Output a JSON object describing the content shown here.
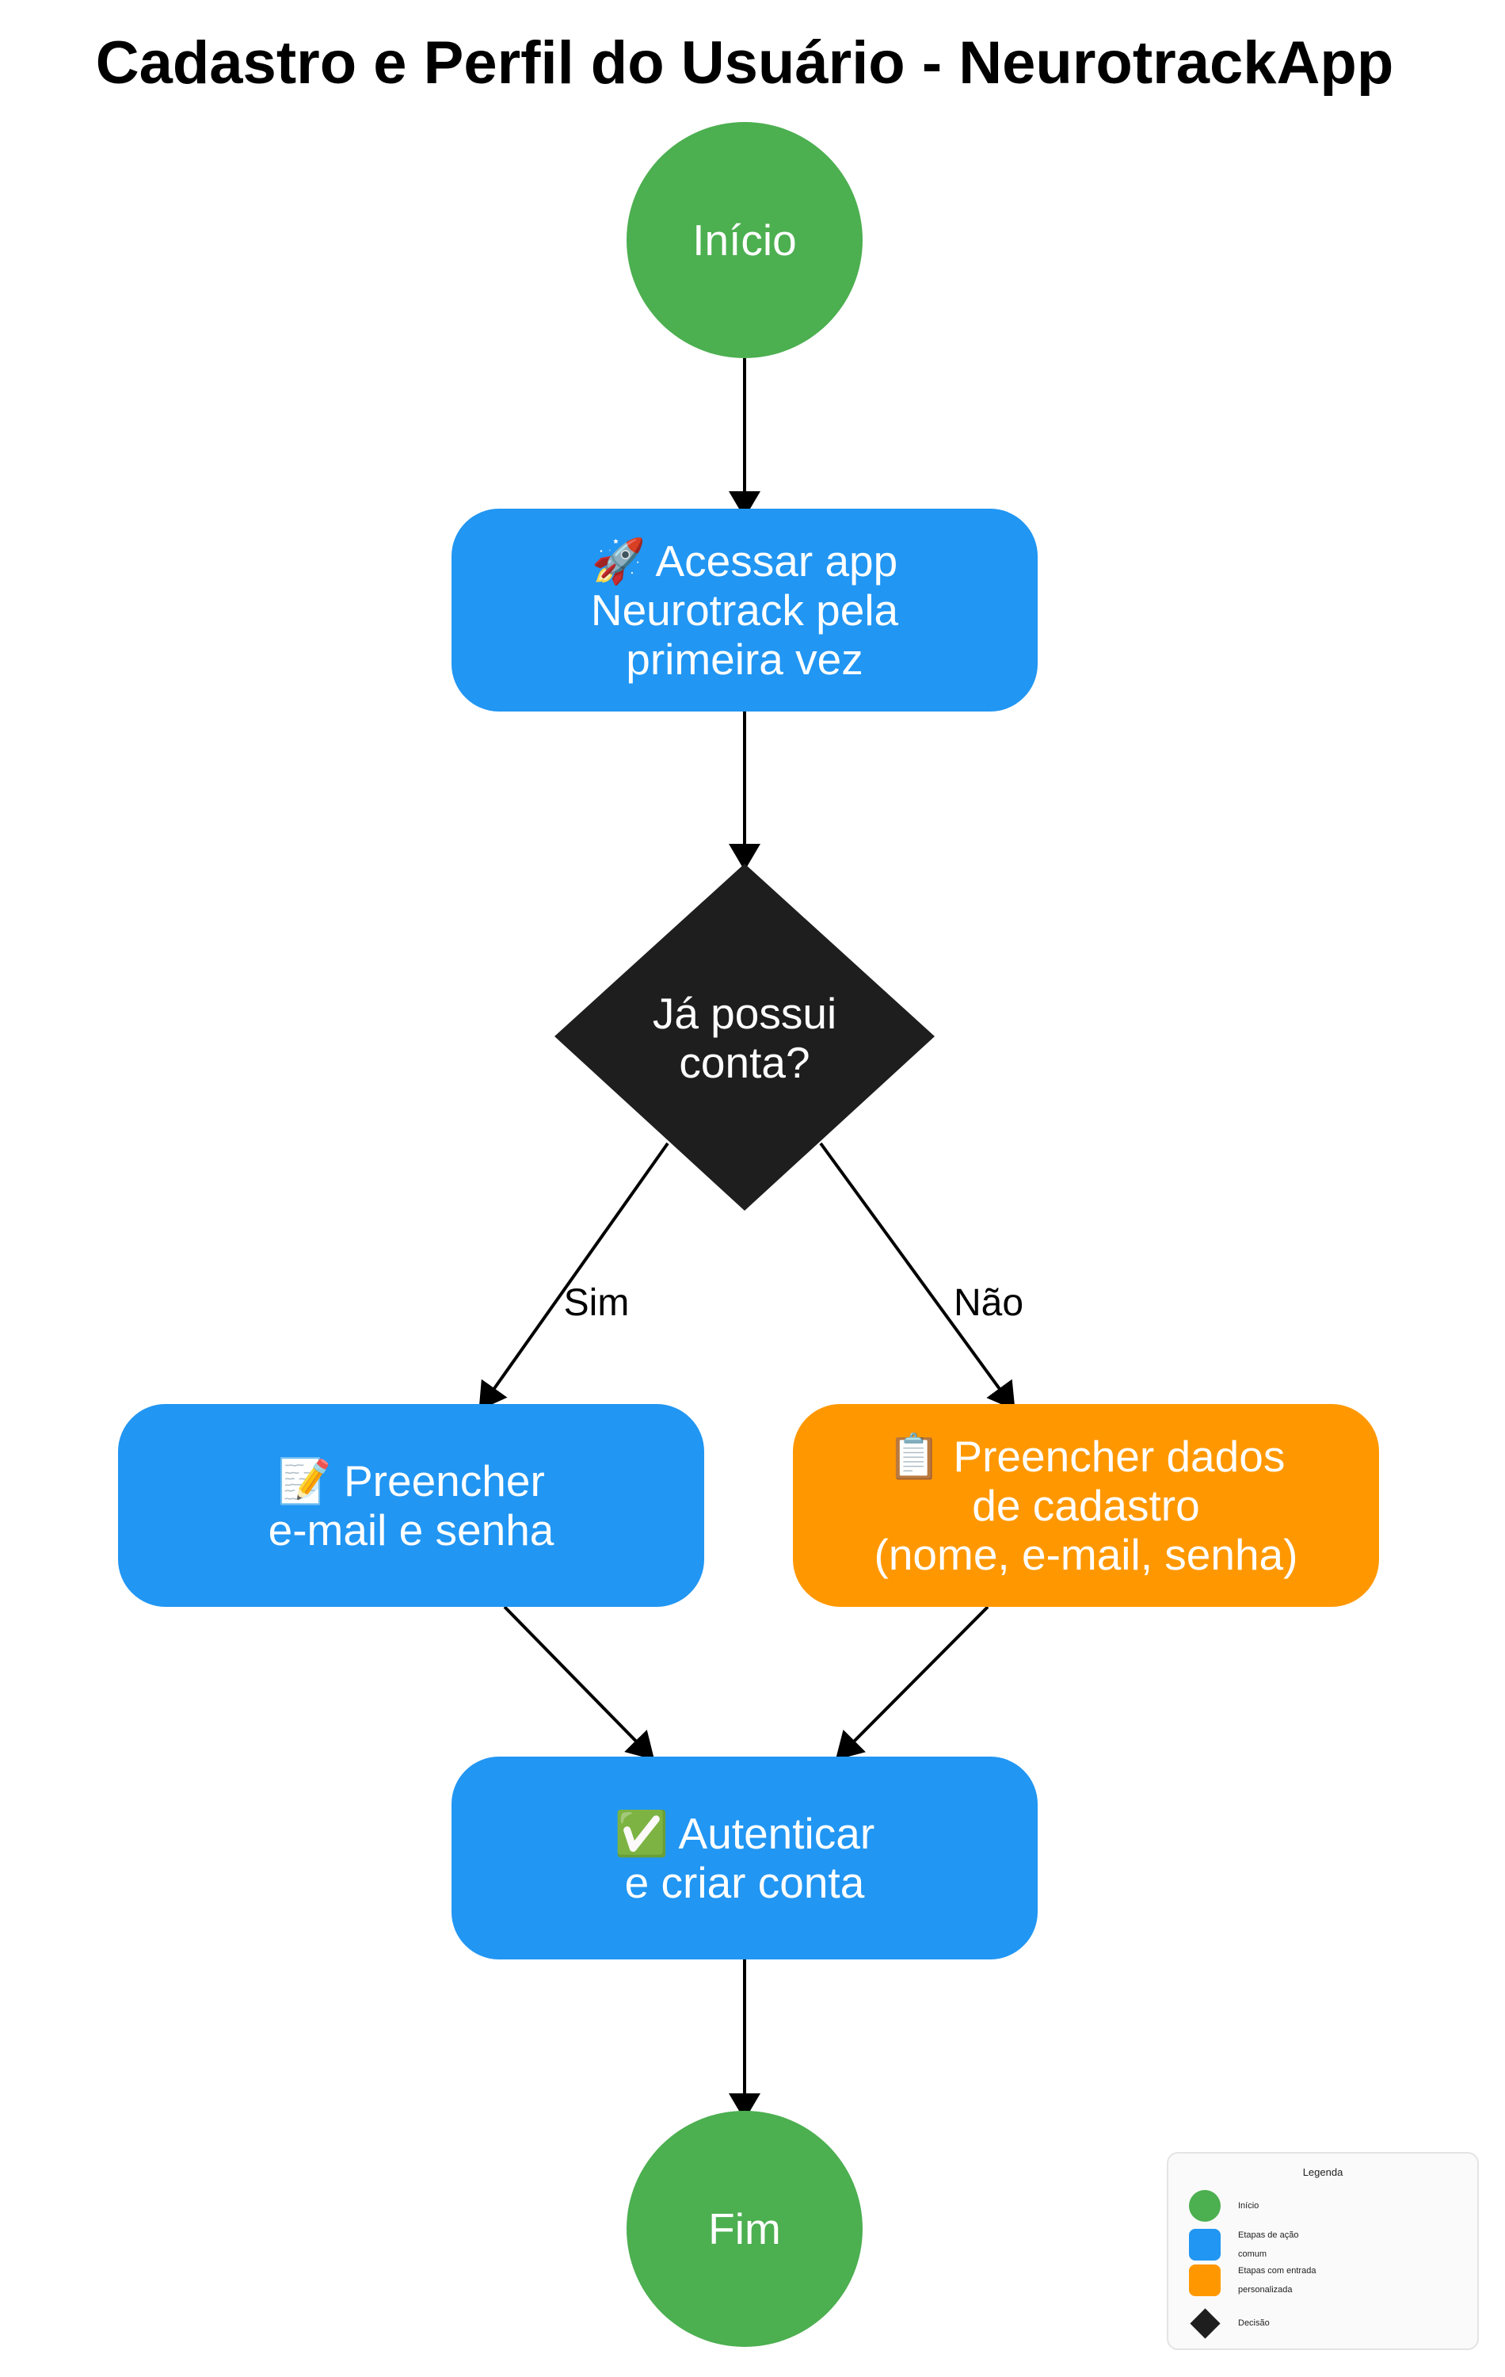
{
  "title": "Cadastro e Perfil do Usuário - NeurotrackApp",
  "colors": {
    "start_end": "#4caf50",
    "common_step": "#2196f3",
    "custom_input_step": "#ff9800",
    "decision": "#1e1e1e",
    "edge": "#000000"
  },
  "nodes": {
    "start": "Início",
    "access_app": "🚀 Acessar app\nNeurotrack pela\nprimeira vez",
    "decision": "Já possui\nconta?",
    "login": "📝 Preencher\ne-mail e senha",
    "signup": "📋 Preencher dados\nde cadastro\n(nome, e-mail, senha)",
    "authenticate": "✅ Autenticar\ne criar conta",
    "end": "Fim"
  },
  "edges": {
    "yes_label": "Sim",
    "no_label": "Não"
  },
  "legend": {
    "title": "Legenda",
    "items": [
      {
        "shape": "circle",
        "color": "#4caf50",
        "label": "Início"
      },
      {
        "shape": "rounded-square",
        "color": "#2196f3",
        "label": "Etapas de ação comum"
      },
      {
        "shape": "rounded-square",
        "color": "#ff9800",
        "label": "Etapas com entrada personalizada"
      },
      {
        "shape": "diamond",
        "color": "#1e1e1e",
        "label": "Decisão"
      }
    ]
  }
}
